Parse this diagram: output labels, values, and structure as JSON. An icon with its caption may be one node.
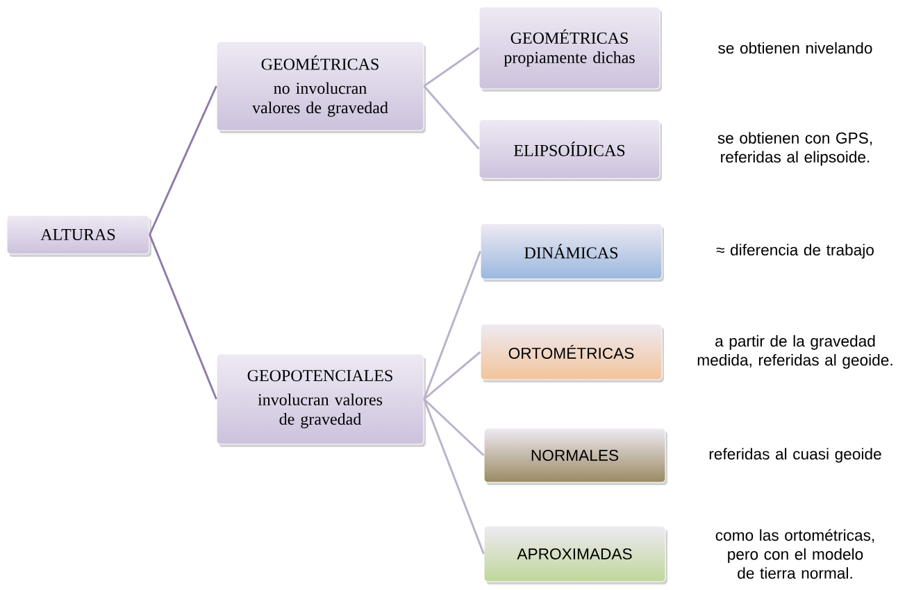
{
  "diagram": {
    "nodes": [
      {
        "text": [
          "ALTURAS"
        ]
      },
      {
        "text": [
          "GEOMÉTRICAS",
          "no involucran valores de gravedad"
        ]
      },
      {
        "text": [
          "GEOPOTENCIALES",
          "involucran valores de gravedad"
        ]
      },
      {
        "text": [
          "GEOMÉTRICAS propiamente dichas"
        ],
        "beside": [
          "se obtienen nivelando"
        ]
      },
      {
        "text": [
          "ELIPSOÍDICAS"
        ],
        "beside": [
          "se obtienen con GPS, referidas al elipsoide."
        ]
      },
      {
        "text": [
          "DINÁMICAS"
        ],
        "beside": [
          "≈ diferencia de trabajo"
        ]
      },
      {
        "text": [
          "ORTOMÉTRICAS"
        ],
        "beside": [
          "a partir de la gravedad medida, referidas al geoide."
        ]
      },
      {
        "text": [
          "NORMALES"
        ],
        "beside": [
          "referidas al cuasi geoide"
        ]
      },
      {
        "text": [
          "APROXIMADAS"
        ],
        "beside": [
          "como las ortométricas, pero con el modelo de tierra normal."
        ]
      }
    ],
    "edges": [
      {
        "from": 0,
        "to": 1,
        "arrow": "none",
        "color": "#8f7aa9"
      },
      {
        "from": 0,
        "to": 2,
        "arrow": "none",
        "color": "#8f7aa9"
      },
      {
        "from": 1,
        "to": 3,
        "arrow": "none"
      },
      {
        "from": 1,
        "to": 4,
        "arrow": "none"
      },
      {
        "from": 2,
        "to": 5,
        "arrow": "none"
      },
      {
        "from": 2,
        "to": 6,
        "arrow": "none"
      },
      {
        "from": 2,
        "to": 7,
        "arrow": "none"
      },
      {
        "from": 2,
        "to": 8,
        "arrow": "none"
      }
    ]
  }
}
